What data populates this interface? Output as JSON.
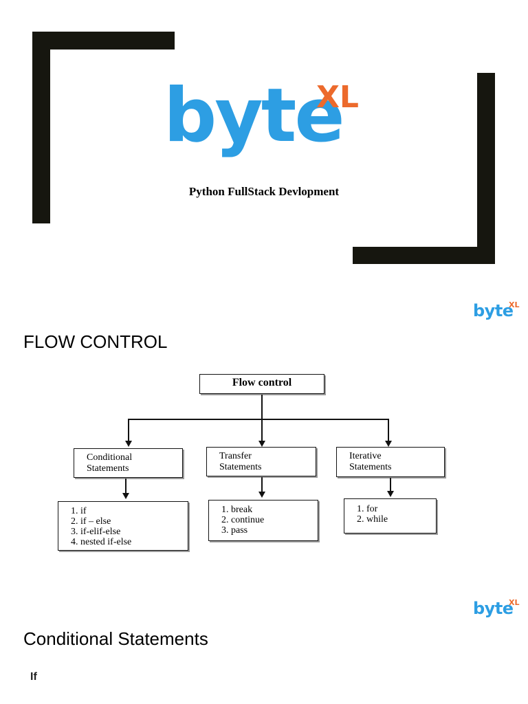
{
  "title_slide": {
    "logo": {
      "word": "byte",
      "suffix": "XL"
    },
    "subtitle": "Python FullStack Devlopment"
  },
  "slide2": {
    "logo": {
      "word": "byte",
      "suffix": "XL"
    },
    "heading": "FLOW CONTROL",
    "diagram": {
      "root": "Flow control",
      "categories": [
        {
          "label_line1": "Conditional",
          "label_line2": "Statements",
          "items": [
            "1. if",
            "2. if – else",
            "3. if-elif-else",
            "4. nested if-else"
          ]
        },
        {
          "label_line1": "Transfer",
          "label_line2": "Statements",
          "items": [
            "1. break",
            "2. continue",
            "3. pass"
          ]
        },
        {
          "label_line1": "Iterative",
          "label_line2": "Statements",
          "items": [
            "1. for",
            "2. while"
          ]
        }
      ]
    }
  },
  "slide3": {
    "logo": {
      "word": "byte",
      "suffix": "XL"
    },
    "heading": "Conditional Statements",
    "subheading": "If"
  },
  "colors": {
    "brand_blue": "#2d9ee3",
    "brand_orange": "#ec6a2c",
    "bracket": "#16160f"
  }
}
